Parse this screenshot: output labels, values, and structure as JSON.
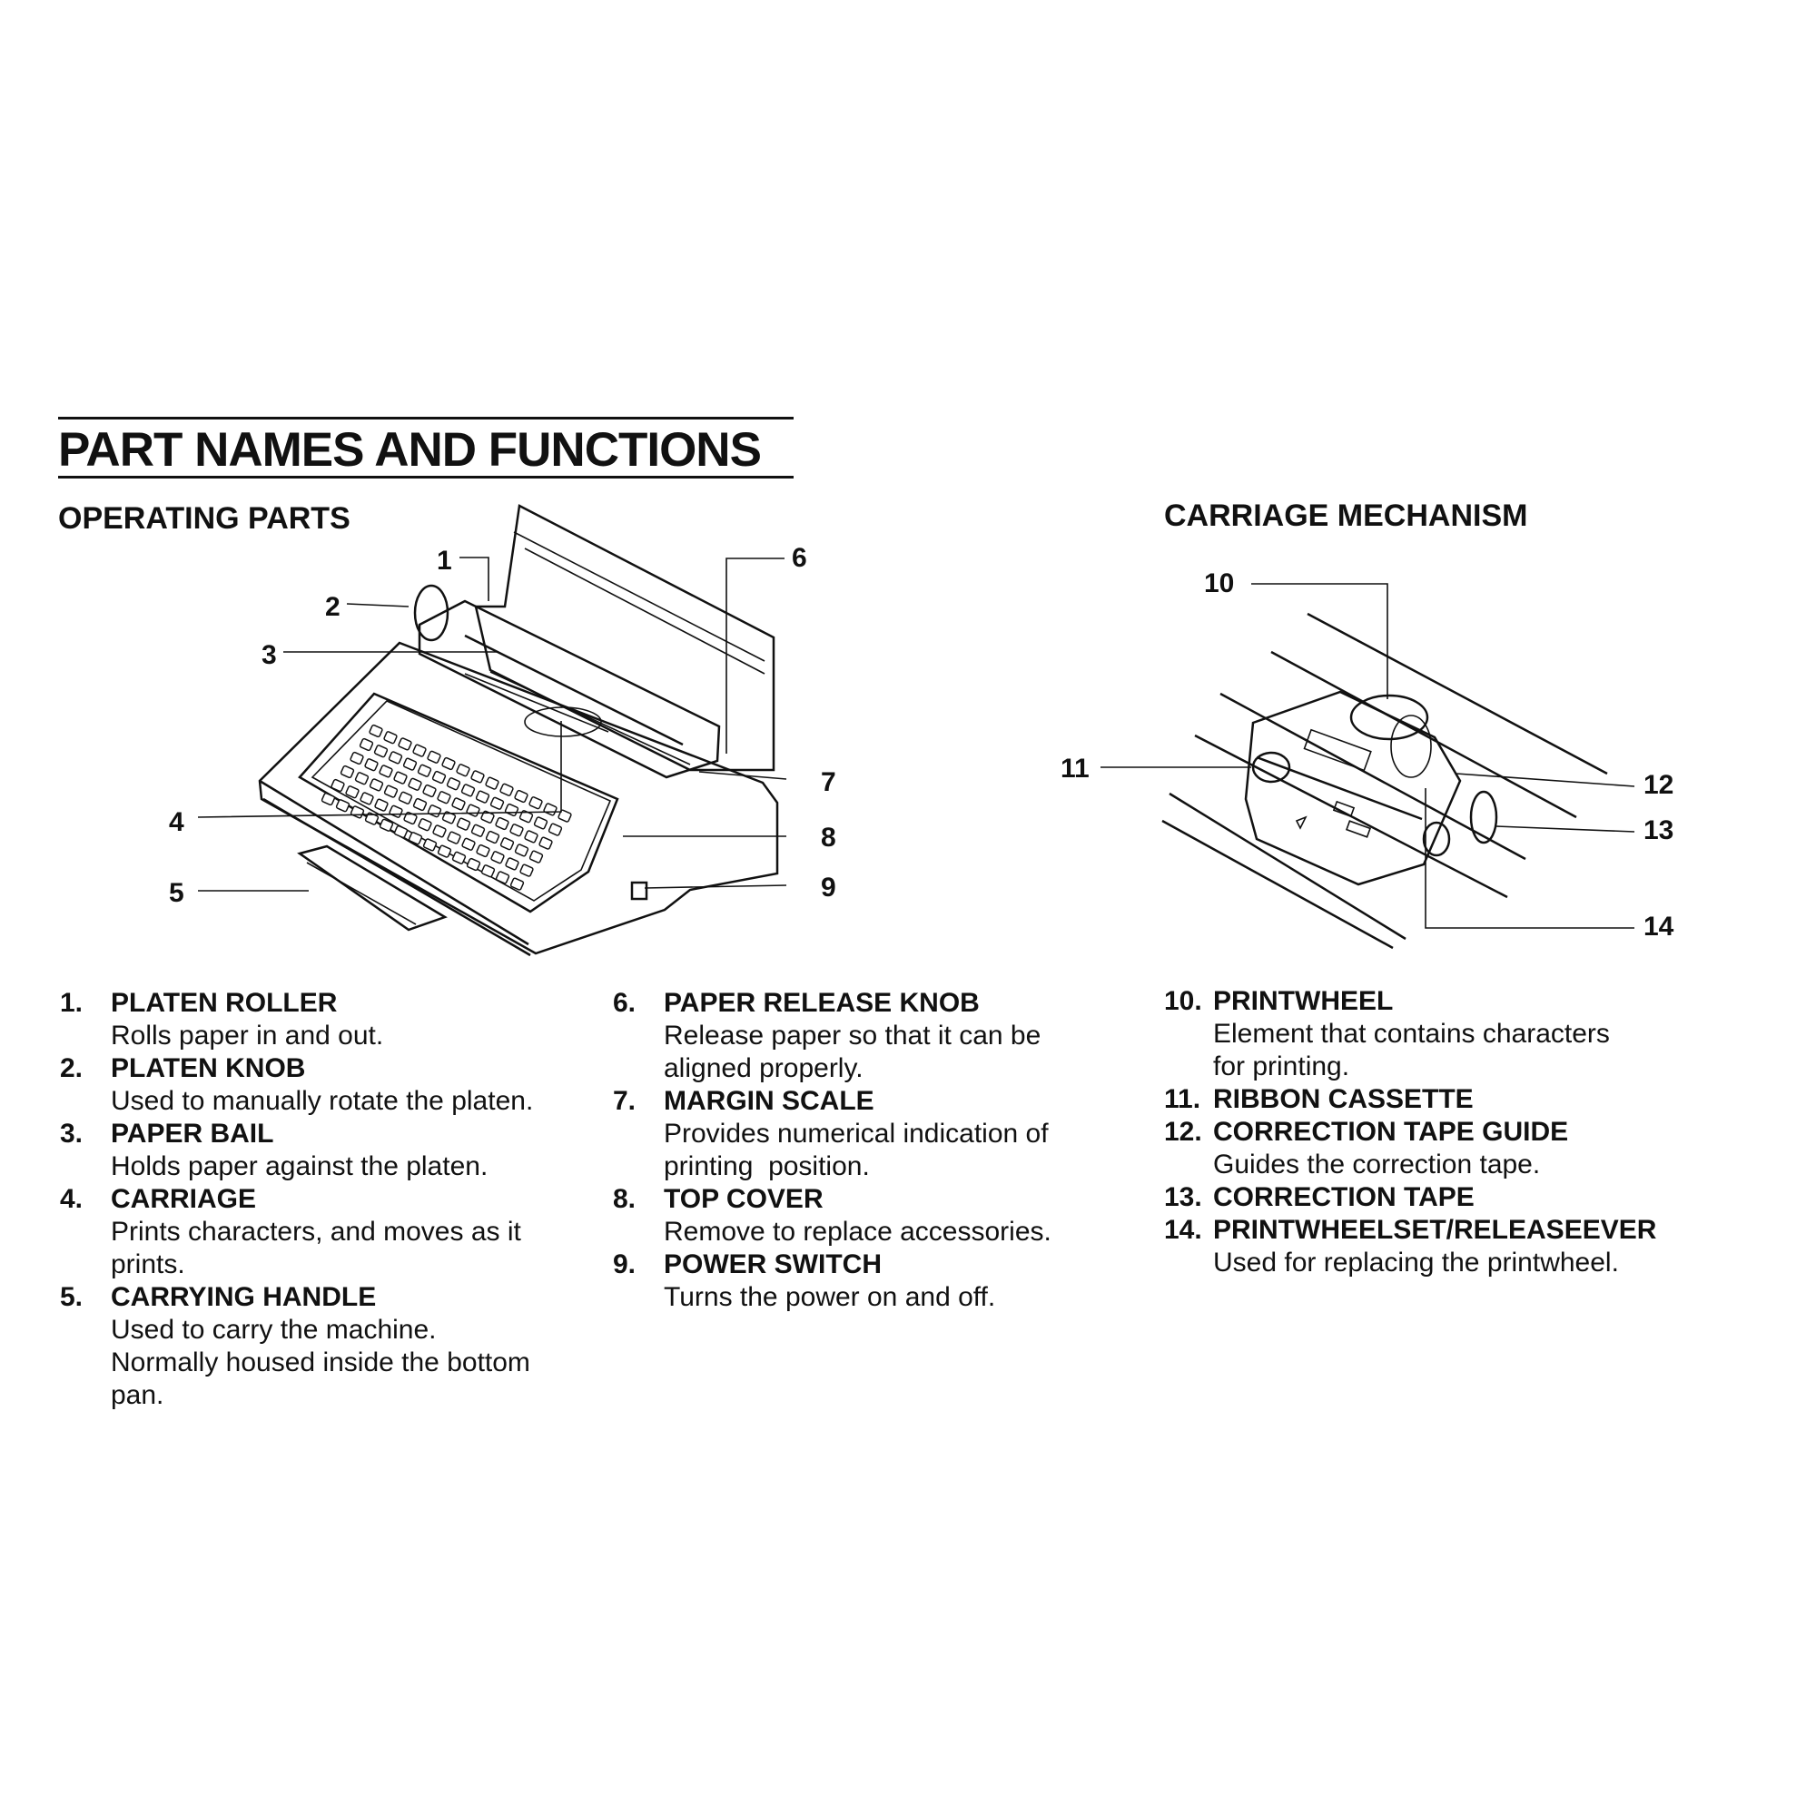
{
  "page": {
    "title": "PART NAMES AND FUNCTIONS"
  },
  "operating": {
    "heading": "OPERATING PARTS",
    "callouts": [
      "1",
      "2",
      "3",
      "4",
      "5",
      "6",
      "7",
      "8",
      "9"
    ]
  },
  "carriage": {
    "heading": "CARRIAGE MECHANISM",
    "callouts": [
      "10",
      "11",
      "12",
      "13",
      "14"
    ]
  },
  "parts": [
    {
      "num": "1.",
      "name": "PLATEN ROLLER",
      "desc": [
        "Rolls paper in and out."
      ]
    },
    {
      "num": "2.",
      "name": "PLATEN KNOB",
      "desc": [
        "Used to manually rotate the platen."
      ]
    },
    {
      "num": "3.",
      "name": "PAPER BAIL",
      "desc": [
        "Holds paper against the platen."
      ]
    },
    {
      "num": "4.",
      "name": "CARRIAGE",
      "desc": [
        "Prints characters, and moves as it",
        "prints."
      ]
    },
    {
      "num": "5.",
      "name": "CARRYING HANDLE",
      "desc": [
        "Used to carry the machine.",
        "Normally housed inside the bottom",
        "pan."
      ]
    },
    {
      "num": "6.",
      "name": "PAPER RELEASE KNOB",
      "desc": [
        "Release paper so that it can be",
        "aligned properly."
      ]
    },
    {
      "num": "7.",
      "name": "MARGIN SCALE",
      "desc": [
        "Provides numerical indication of",
        "printing  position."
      ]
    },
    {
      "num": "8.",
      "name": "TOP COVER",
      "desc": [
        "Remove to replace accessories."
      ]
    },
    {
      "num": "9.",
      "name": "POWER SWITCH",
      "desc": [
        "Turns the power on and off."
      ]
    },
    {
      "num": "10.",
      "name": "PRINTWHEEL",
      "desc": [
        "Element that contains characters",
        "for printing."
      ]
    },
    {
      "num": "11.",
      "name": "RIBBON CASSETTE",
      "desc": []
    },
    {
      "num": "12.",
      "name": "CORRECTION TAPE GUIDE",
      "desc": [
        "Guides the correction tape."
      ]
    },
    {
      "num": "13.",
      "name": "CORRECTION TAPE",
      "desc": []
    },
    {
      "num": "14.",
      "name": "PRINTWHEELSET/RELEASEEVER",
      "desc": [
        "Used for replacing the printwheel."
      ]
    }
  ]
}
